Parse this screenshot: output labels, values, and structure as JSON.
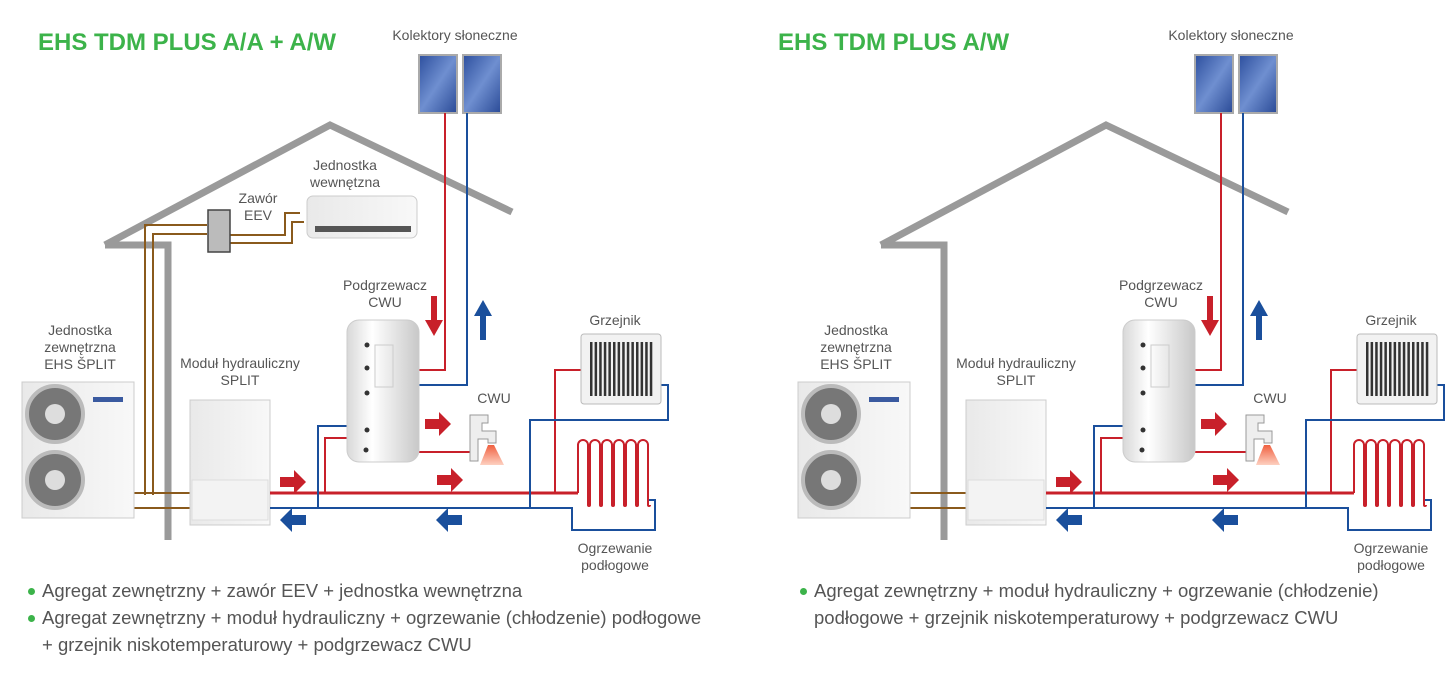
{
  "colors": {
    "title": "#3cb34a",
    "hot": "#c8202a",
    "cold": "#1a4f9c",
    "refrigerant": "#8a5a1c",
    "house": "#9a9a9a"
  },
  "left": {
    "title": "EHS TDM  PLUS A/A + A/W",
    "solar": "Kolektory słoneczne",
    "indoor_unit": [
      "Jednostka",
      "wewnętzna"
    ],
    "eev": [
      "Zawór",
      "EEV"
    ],
    "outdoor_unit": [
      "Jednostka",
      "zewnętrzna",
      "EHS ŠPLIT"
    ],
    "hydro_module": [
      "Moduł hydrauliczny",
      "SPLIT"
    ],
    "dhw_tank": [
      "Podgrzewacz",
      "CWU"
    ],
    "radiator": "Grzejnik",
    "dhw_tap": "CWU",
    "floor_heating": [
      "Ogrzewanie",
      "podłogowe"
    ],
    "bullets": [
      "Agregat zewnętrzny + zawór EEV + jednostka wewnętrzna",
      "Agregat zewnętrzny + moduł hydrauliczny + ogrzewanie (chłodzenie) podłogowe + grzejnik niskotemperaturowy + podgrzewacz CWU"
    ]
  },
  "right": {
    "title": "EHS TDM PLUS A/W",
    "solar": "Kolektory słoneczne",
    "outdoor_unit": [
      "Jednostka",
      "zewnętrzna",
      "EHS ŠPLIT"
    ],
    "hydro_module": [
      "Moduł hydrauliczny",
      "SPLIT"
    ],
    "dhw_tank": [
      "Podgrzewacz",
      "CWU"
    ],
    "radiator": "Grzejnik",
    "dhw_tap": "CWU",
    "floor_heating": [
      "Ogrzewanie",
      "podłogowe"
    ],
    "bullets": [
      "Agregat zewnętrzny + moduł hydrauliczny + ogrzewanie (chłodzenie) podłogowe + grzejnik niskotemperaturowy + podgrzewacz CWU"
    ]
  }
}
